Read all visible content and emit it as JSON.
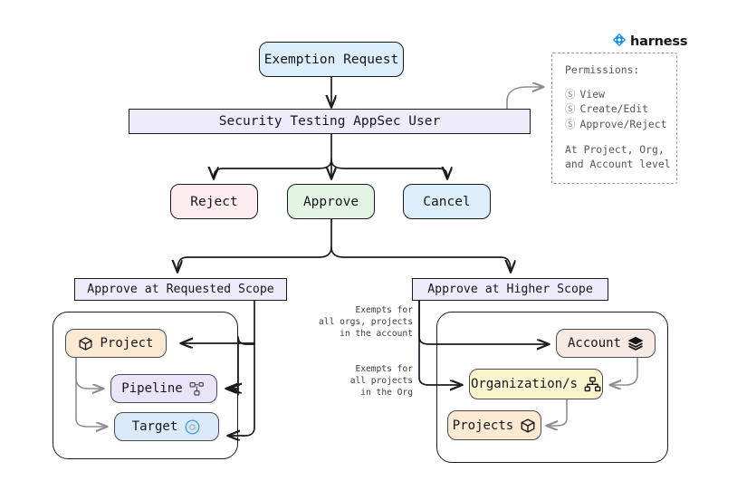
{
  "brand": {
    "name": "harness",
    "logo_icon": "harness-diamond-icon",
    "accent_color": "#1e90e8"
  },
  "flow": {
    "start": {
      "label": "Exemption Request",
      "color": "#ddeefb"
    },
    "actor": {
      "label": "Security Testing AppSec User",
      "color": "#eeebfb"
    },
    "decisions": [
      {
        "label": "Reject",
        "color": "#fcecef"
      },
      {
        "label": "Approve",
        "color": "#e3f3e4"
      },
      {
        "label": "Cancel",
        "color": "#ddeefb"
      }
    ],
    "scopes": [
      {
        "label": "Approve at Requested Scope",
        "color": "#eeebfb"
      },
      {
        "label": "Approve at Higher Scope",
        "color": "#eeebfb"
      }
    ]
  },
  "requested_scope": {
    "items": [
      {
        "label": "Project",
        "icon": "cube-icon",
        "color": "#fbe9d2"
      },
      {
        "label": "Pipeline",
        "icon": "pipeline-icon",
        "color": "#e9e4f7"
      },
      {
        "label": "Target",
        "icon": "target-icon",
        "color": "#dbeafb"
      }
    ]
  },
  "higher_scope": {
    "items": [
      {
        "label": "Account",
        "icon": "layers-icon",
        "color": "#f7e9e4"
      },
      {
        "label": "Organization/s",
        "icon": "hierarchy-icon",
        "color": "#fbf5cf"
      },
      {
        "label": "Projects",
        "icon": "cube-icon",
        "color": "#fbe9d2"
      }
    ]
  },
  "edge_labels": {
    "account": "Exempts for\nall orgs, projects\nin the account",
    "org": "Exempts for\nall projects\nin the Org"
  },
  "permissions": {
    "title": "Permissions:",
    "items": [
      {
        "icon": "check-circle-icon",
        "label": "View"
      },
      {
        "icon": "check-circle-icon",
        "label": "Create/Edit"
      },
      {
        "icon": "check-circle-icon",
        "label": "Approve/Reject"
      }
    ],
    "footer_line1": "At Project, Org,",
    "footer_line2": "and Account level"
  }
}
